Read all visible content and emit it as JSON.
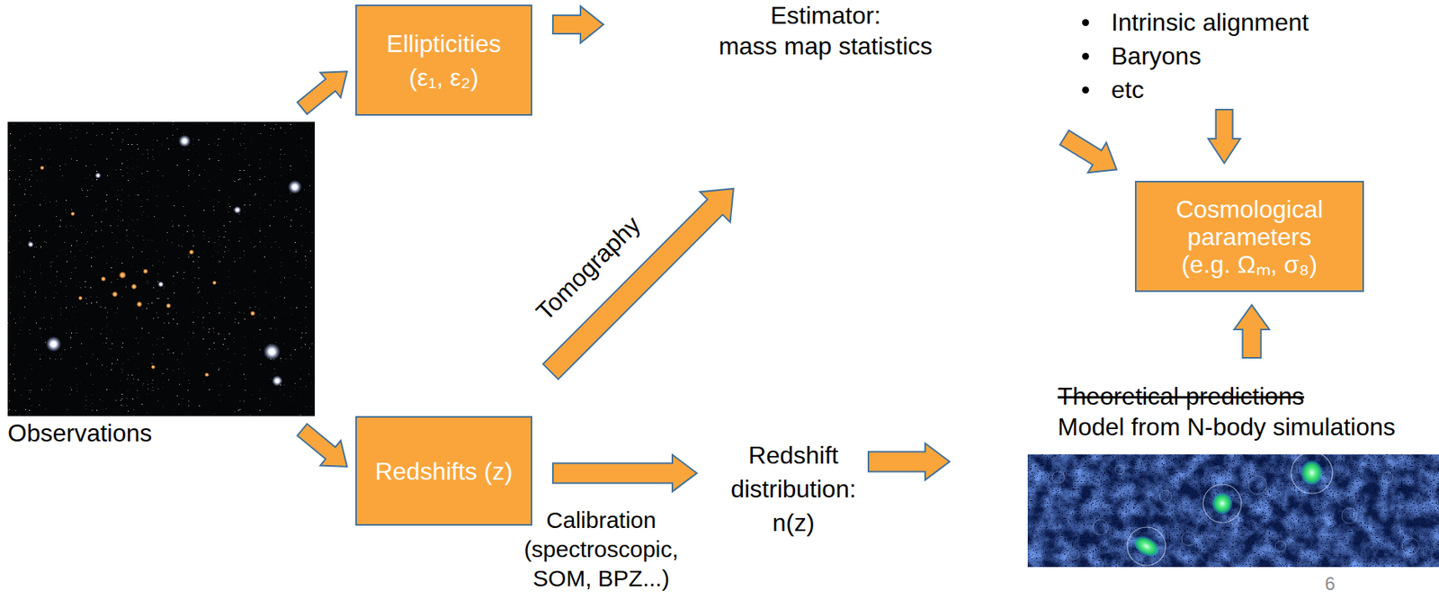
{
  "diagram": {
    "nodes": [
      {
        "text": [
          "Ellipticities (ε₁, ε₂)"
        ]
      },
      {
        "text": [
          "Estimator:",
          "mass map statistics"
        ]
      },
      {
        "text": [
          "Intrinsic alignment",
          "Baryons",
          "etc"
        ]
      },
      {
        "text": [
          "Cosmological parameters (e.g. Ωₘ, σ₈)"
        ]
      },
      {
        "text": [
          "Observations"
        ]
      },
      {
        "text": [
          "Redshifts (z)"
        ]
      },
      {
        "text": [
          "Redshift distribution:",
          "n(z)"
        ]
      },
      {
        "text": [
          "Theoretical predictions",
          "Model from N-body simulations"
        ]
      }
    ],
    "edges": [
      {
        "from": 4,
        "to": 0,
        "arrow": "to"
      },
      {
        "from": 4,
        "to": 5,
        "arrow": "to"
      },
      {
        "from": 0,
        "to": 1,
        "arrow": "to"
      },
      {
        "from": 5,
        "to": 1,
        "label": "Tomography",
        "arrow": "to"
      },
      {
        "from": 5,
        "to": 6,
        "label": "Calibration (spectroscopic, SOM, BPZ...)",
        "arrow": "to"
      },
      {
        "from": 6,
        "to": 7,
        "arrow": "to"
      },
      {
        "from": 1,
        "to": 3,
        "arrow": "to"
      },
      {
        "from": 2,
        "to": 3,
        "arrow": "to"
      },
      {
        "from": 7,
        "to": 3,
        "arrow": "to"
      }
    ],
    "labels": [
      "6"
    ]
  }
}
